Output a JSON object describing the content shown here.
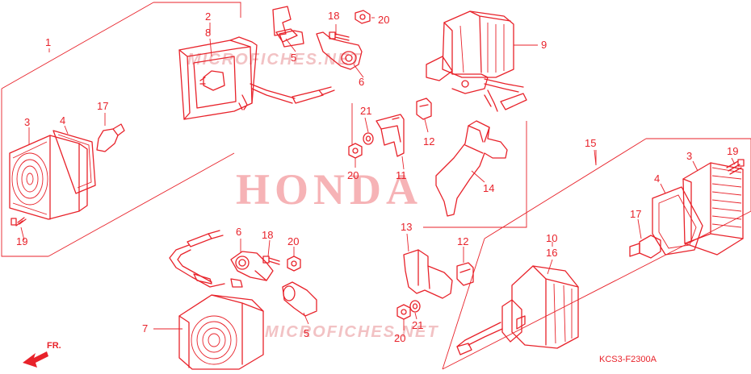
{
  "watermarks": {
    "brand": "HONDA",
    "site_top": "MICROFICHES.NET",
    "site_bottom": "MICROFICHES.NET"
  },
  "diagram_code": "KCS3-F2300A",
  "direction_indicator": "FR.",
  "callouts": {
    "c1": "1",
    "c2": "2",
    "c8": "8",
    "c5a": "5",
    "c18a": "18",
    "c20a": "20",
    "c6a": "6",
    "c9": "9",
    "c3a": "3",
    "c4a": "4",
    "c17a": "17",
    "c19a": "19",
    "c21a": "21",
    "c12a": "12",
    "c20b": "20",
    "c11": "11",
    "c14": "14",
    "c15": "15",
    "c3b": "3",
    "c19b": "19",
    "c4b": "4",
    "c17b": "17",
    "c6b": "6",
    "c18b": "18",
    "c20c": "20",
    "c13": "13",
    "c12b": "12",
    "c10": "10",
    "c16": "16",
    "c7": "7",
    "c5b": "5",
    "c20d": "20",
    "c21b": "21"
  },
  "colors": {
    "line": "#e8222a",
    "watermark": "#f6b3b6",
    "background": "#ffffff"
  }
}
